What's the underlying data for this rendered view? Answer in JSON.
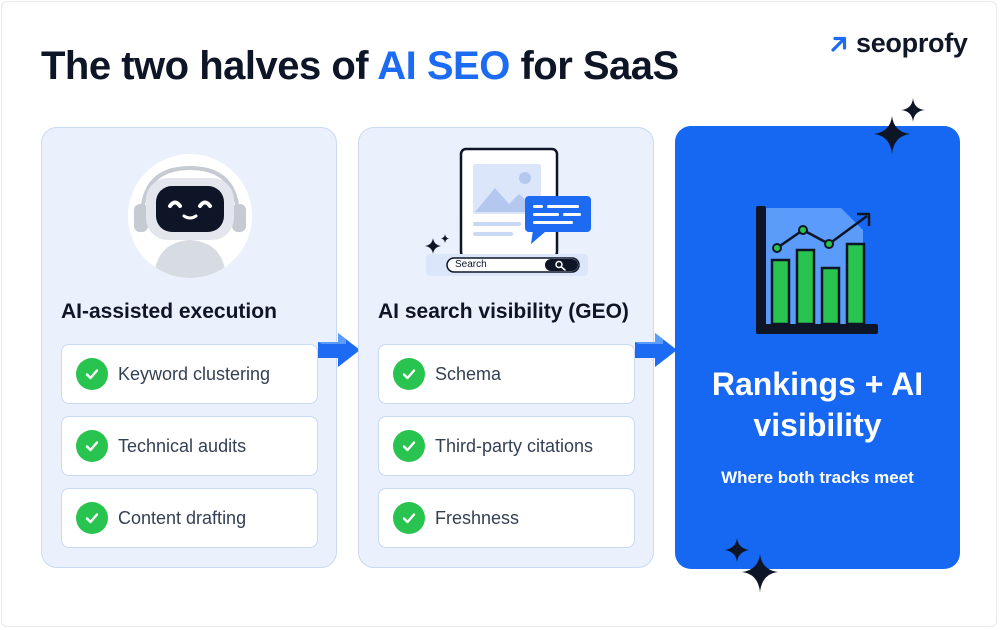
{
  "title": {
    "prefix": "The two halves of ",
    "highlight": "AI SEO",
    "suffix": " for SaaS"
  },
  "brand": {
    "name": "seoprofy"
  },
  "left_panel": {
    "heading": "AI-assisted execution",
    "items": [
      "Keyword clustering",
      "Technical audits",
      "Content drafting"
    ]
  },
  "middle_panel": {
    "heading": "AI search visibility (GEO)",
    "search_label": "Search",
    "items": [
      "Schema",
      "Third-party citations",
      "Freshness"
    ]
  },
  "result": {
    "title": "Rankings + AI visibility",
    "subtitle": "Where both tracks meet"
  },
  "colors": {
    "accent": "#1d6bf3",
    "result_bg": "#1667f2",
    "panel_bg": "#eaf1fd",
    "check": "#29c44f",
    "bar": "#29c44f"
  },
  "icons": [
    "robot-icon",
    "search-page-icon",
    "bar-chart-icon",
    "check-icon",
    "arrow-icon",
    "sparkle-icon",
    "brand-arrow-icon"
  ]
}
